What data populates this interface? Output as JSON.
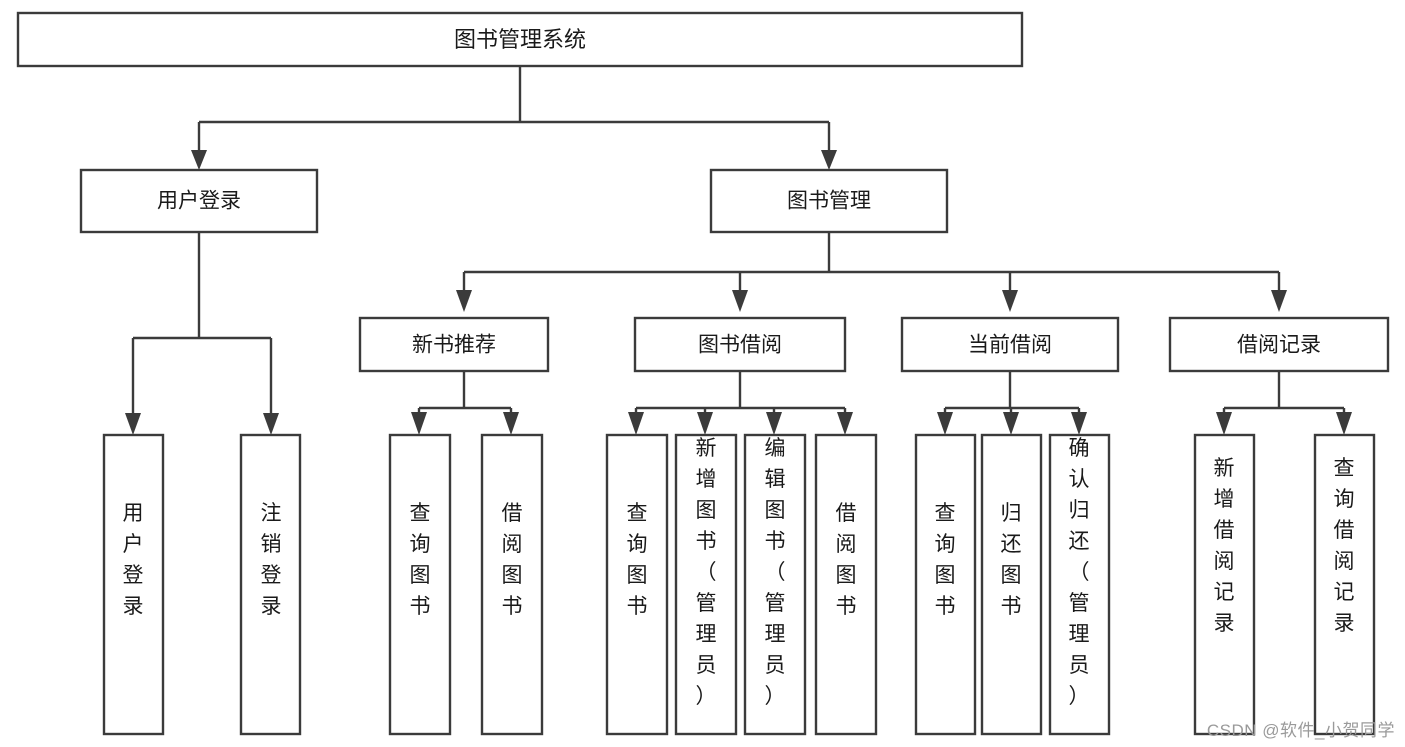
{
  "diagram": {
    "title": "图书管理系统",
    "type": "tree",
    "watermark": "CSDN @软件_小贺同学",
    "colors": {
      "box_stroke": "#3b3b3b",
      "box_fill": "#ffffff",
      "text": "#1a1a1a",
      "background": "#ffffff",
      "watermark": "#9a9a9a"
    },
    "nodes": {
      "root": {
        "label": "图书管理系统"
      },
      "level2": [
        {
          "id": "user-login",
          "label": "用户登录"
        },
        {
          "id": "book-manage",
          "label": "图书管理"
        }
      ],
      "level3": [
        {
          "id": "new-book-recommend",
          "label": "新书推荐"
        },
        {
          "id": "book-borrow",
          "label": "图书借阅"
        },
        {
          "id": "current-borrow",
          "label": "当前借阅"
        },
        {
          "id": "borrow-record",
          "label": "借阅记录"
        }
      ],
      "leaves": {
        "user-login": [
          {
            "id": "leaf-user-login",
            "label": "用户登录"
          },
          {
            "id": "leaf-logout",
            "label": "注销登录"
          }
        ],
        "new-book-recommend": [
          {
            "id": "leaf-query-book-1",
            "label": "查询图书"
          },
          {
            "id": "leaf-borrow-book-1",
            "label": "借阅图书"
          }
        ],
        "book-borrow": [
          {
            "id": "leaf-query-book-2",
            "label": "查询图书"
          },
          {
            "id": "leaf-add-book",
            "label": "新增图书（管理员）"
          },
          {
            "id": "leaf-edit-book",
            "label": "编辑图书（管理员）"
          },
          {
            "id": "leaf-borrow-book-2",
            "label": "借阅图书"
          }
        ],
        "current-borrow": [
          {
            "id": "leaf-query-book-3",
            "label": "查询图书"
          },
          {
            "id": "leaf-return-book",
            "label": "归还图书"
          },
          {
            "id": "leaf-confirm-return",
            "label": "确认归还（管理员）"
          }
        ],
        "borrow-record": [
          {
            "id": "leaf-add-record",
            "label": "新增借阅记录"
          },
          {
            "id": "leaf-query-record",
            "label": "查询借阅记录"
          }
        ]
      }
    }
  }
}
